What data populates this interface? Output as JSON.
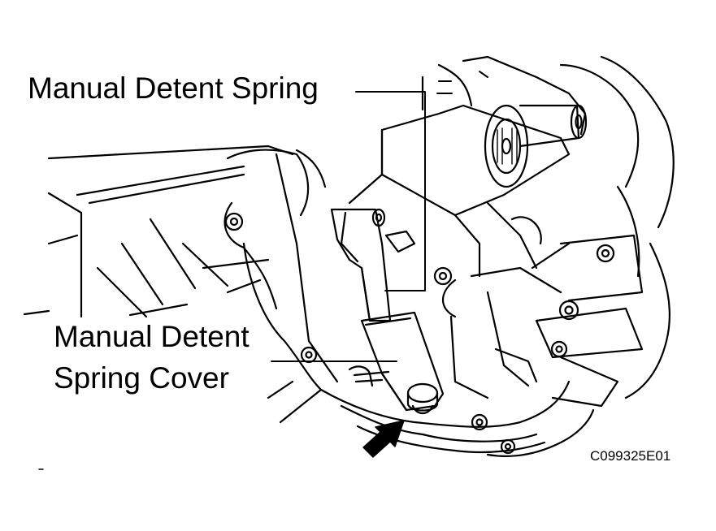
{
  "labels": {
    "manual_detent_spring": "Manual Detent Spring",
    "manual_detent_spring_cover_line1": "Manual Detent",
    "manual_detent_spring_cover_line2": "Spring Cover",
    "figure_code": "C099325E01"
  },
  "colors": {
    "line": "#000000",
    "background": "#ffffff"
  },
  "icons": {
    "pointer": "arrow-icon"
  }
}
